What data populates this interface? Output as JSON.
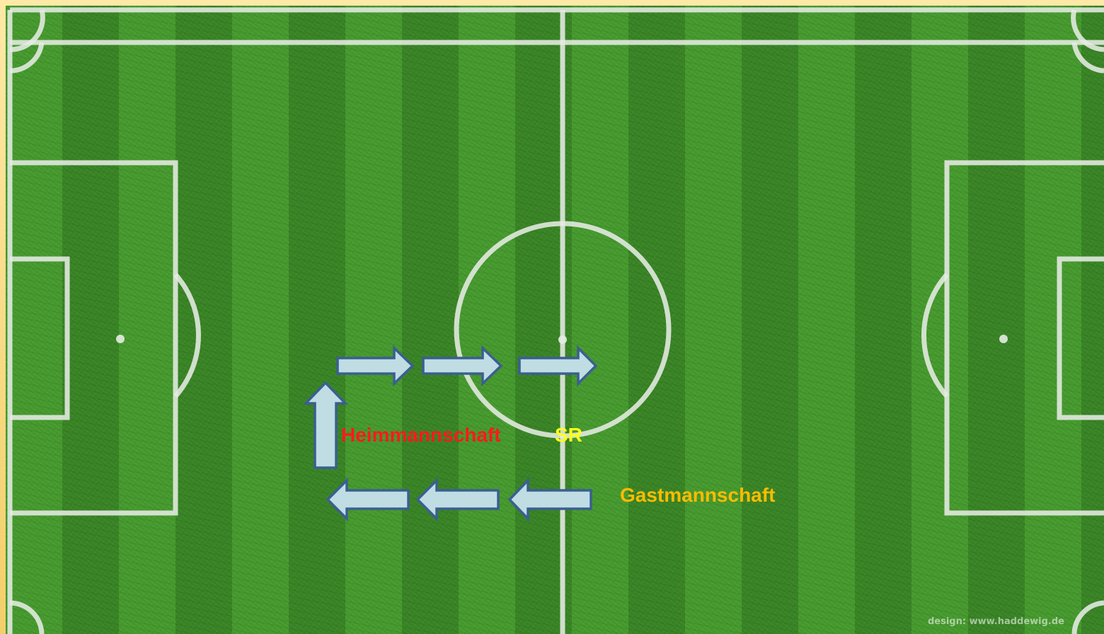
{
  "labels": {
    "home_team": "Heimmannschaft",
    "referee": "SR",
    "away_team": "Gastmannschaft"
  },
  "credit": "design: www.haddewig.de",
  "colors": {
    "home_team": "#ff1a1a",
    "referee": "#ffff1a",
    "away_team": "#ffbb00",
    "arrow_fill": "#bfdde3",
    "arrow_stroke": "#3b5f91",
    "pitch_line": "#e6ece4",
    "frame": "#f5d97a"
  },
  "icons": {
    "route_arrows": "block-arrow-icon"
  }
}
